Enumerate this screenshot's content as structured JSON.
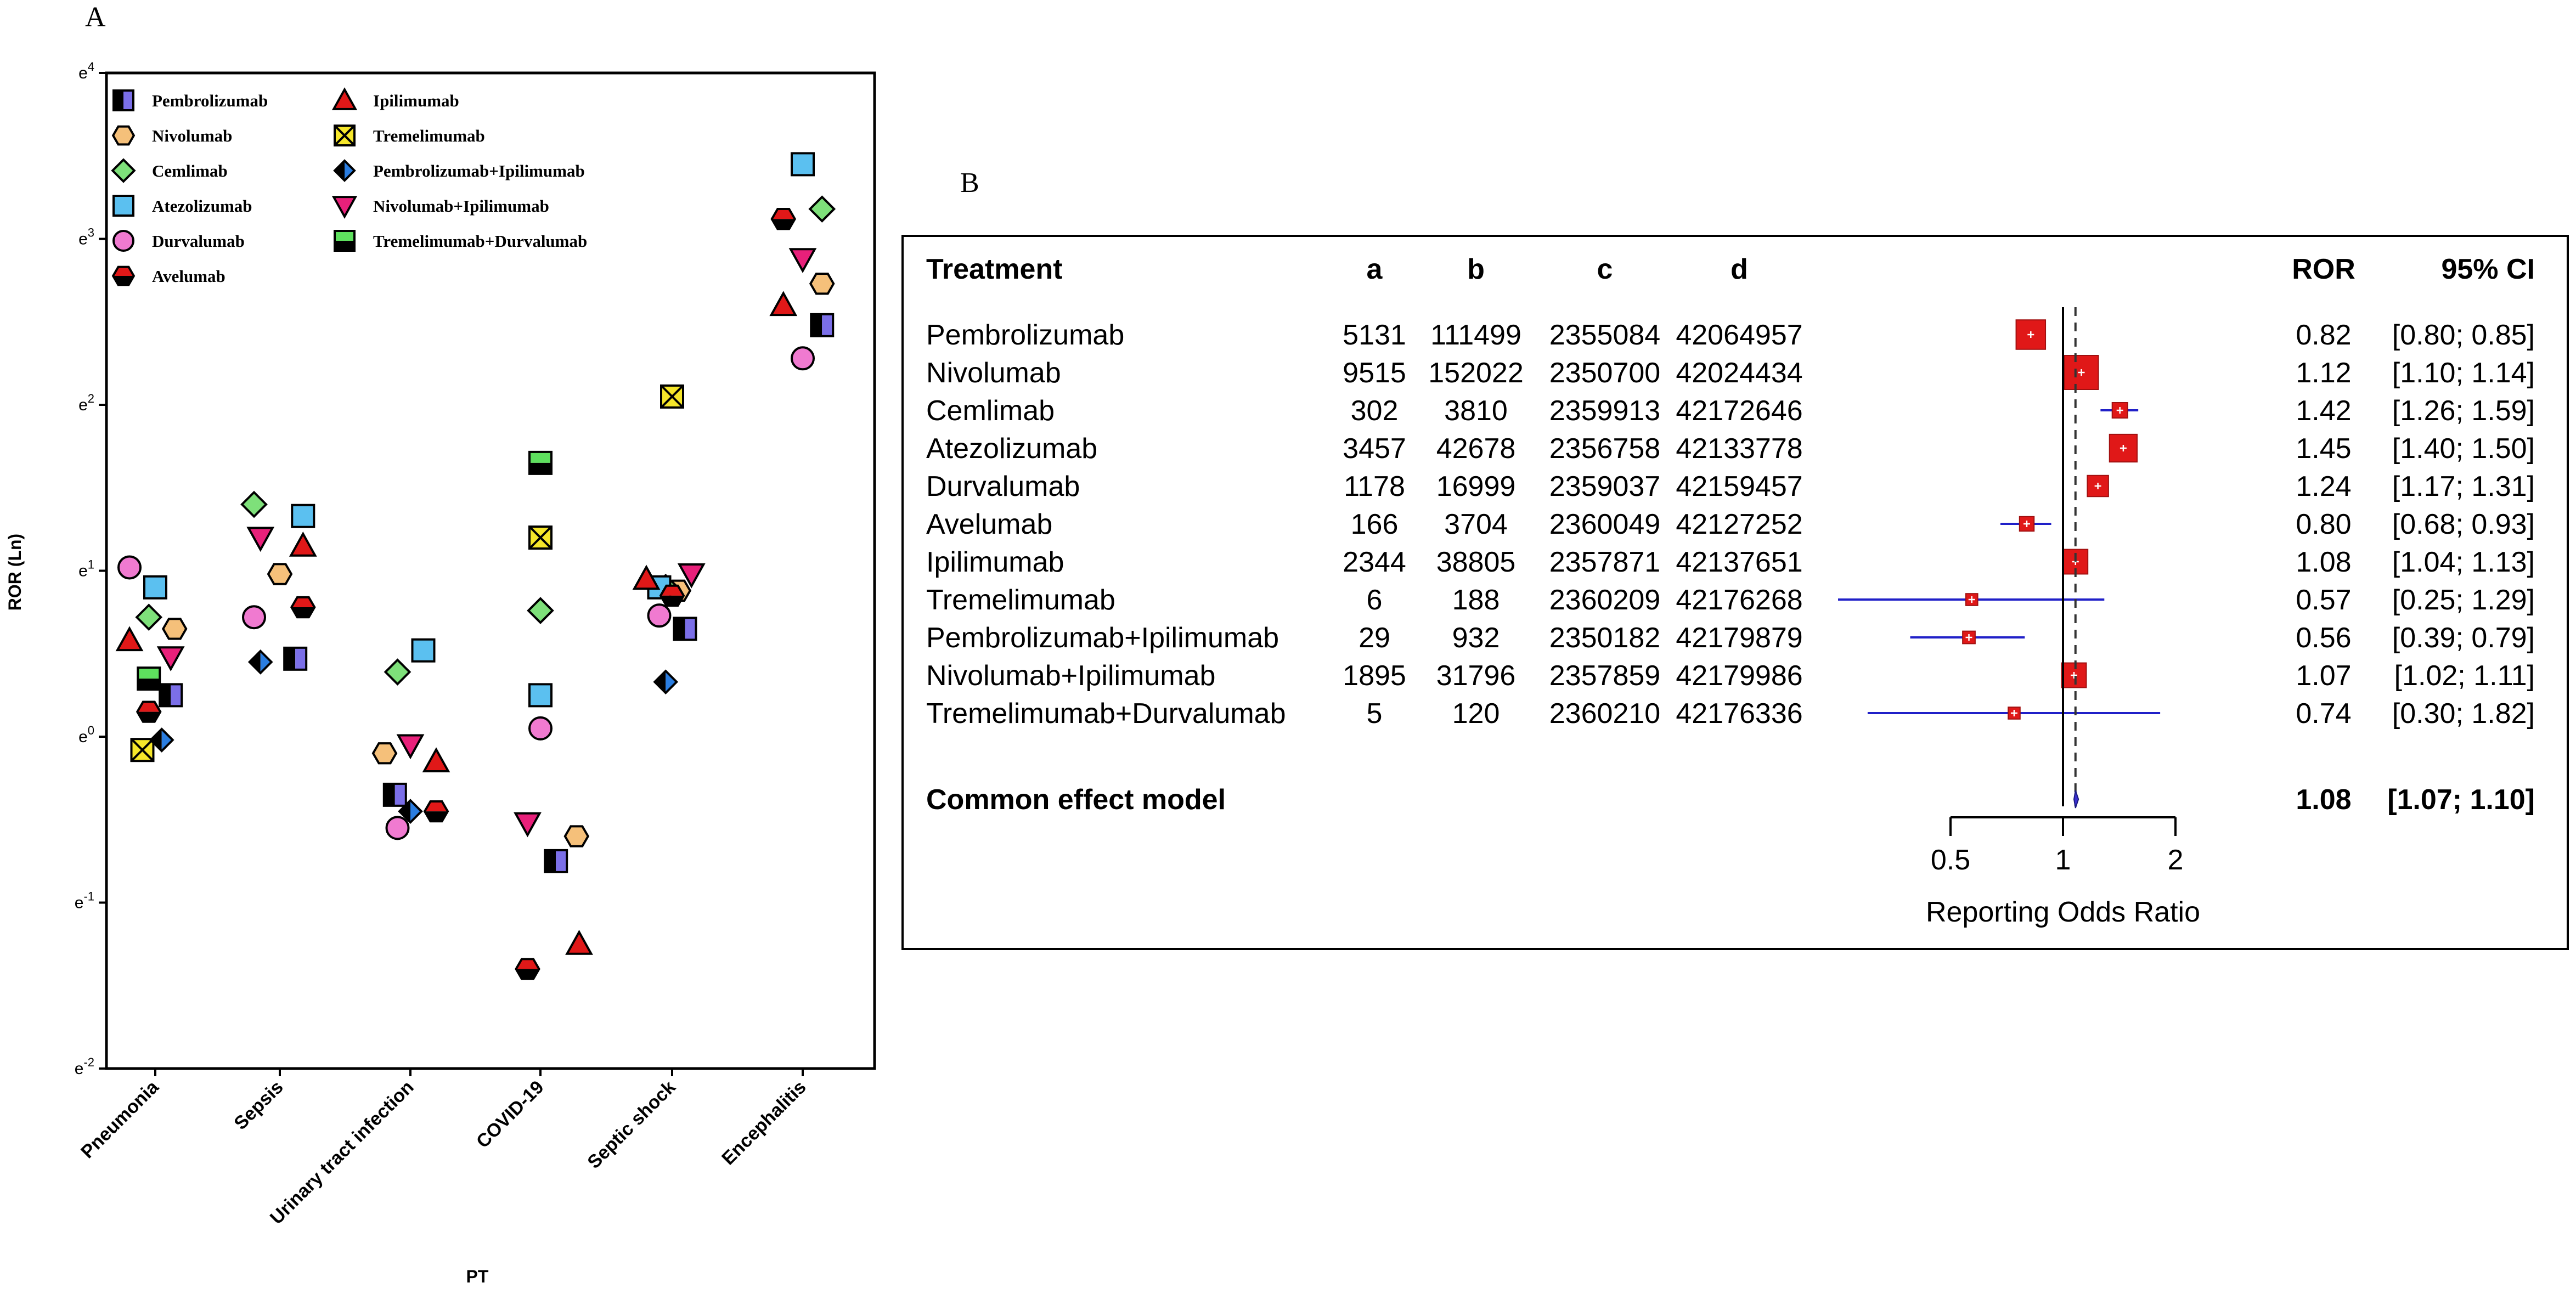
{
  "panel_labels": {
    "a": "A",
    "b": "B"
  },
  "chart_data": [
    {
      "type": "scatter",
      "xlabel": "PT",
      "ylabel": "ROR (Ln)",
      "ylim": [
        -2,
        4
      ],
      "log_scale": "natural log (base e)",
      "ytick_labels": [
        {
          "base": "e",
          "exp": "4",
          "value": 4
        },
        {
          "base": "e",
          "exp": "3",
          "value": 3
        },
        {
          "base": "e",
          "exp": "2",
          "value": 2
        },
        {
          "base": "e",
          "exp": "1",
          "value": 1
        },
        {
          "base": "e",
          "exp": "0",
          "value": 0
        },
        {
          "base": "e",
          "exp": "-1",
          "value": -1
        },
        {
          "base": "e",
          "exp": "-2",
          "value": -2
        }
      ],
      "categories": [
        "Pneumonia",
        "Sepsis",
        "Urinary tract infection",
        "COVID-19",
        "Septic shock",
        "Encephalitis"
      ],
      "series": [
        {
          "name": "Pembrolizumab",
          "marker": "half-square",
          "color": "#7b6fe8",
          "points": [
            {
              "cat": 0,
              "offset": 0.12,
              "y": 0.25
            },
            {
              "cat": 1,
              "offset": 0.12,
              "y": 0.47
            },
            {
              "cat": 2,
              "offset": -0.12,
              "y": -0.35
            },
            {
              "cat": 3,
              "offset": 0.12,
              "y": -0.75
            },
            {
              "cat": 4,
              "offset": 0.1,
              "y": 0.65
            },
            {
              "cat": 5,
              "offset": 0.15,
              "y": 2.48
            }
          ]
        },
        {
          "name": "Nivolumab",
          "marker": "hexagon",
          "color": "#f5c07a",
          "points": [
            {
              "cat": 0,
              "offset": 0.15,
              "y": 0.65
            },
            {
              "cat": 1,
              "offset": 0.0,
              "y": 0.98
            },
            {
              "cat": 2,
              "offset": -0.2,
              "y": -0.1
            },
            {
              "cat": 3,
              "offset": 0.28,
              "y": -0.6
            },
            {
              "cat": 4,
              "offset": 0.05,
              "y": 0.88
            },
            {
              "cat": 5,
              "offset": 0.15,
              "y": 2.73
            }
          ]
        },
        {
          "name": "Cemlimab",
          "marker": "diamond",
          "color": "#7ee07a",
          "points": [
            {
              "cat": 0,
              "offset": -0.05,
              "y": 0.72
            },
            {
              "cat": 1,
              "offset": -0.2,
              "y": 1.4
            },
            {
              "cat": 2,
              "offset": -0.1,
              "y": 0.39
            },
            {
              "cat": 3,
              "offset": 0.0,
              "y": 0.76
            },
            {
              "cat": 4,
              "offset": -0.05,
              "y": 0.9
            },
            {
              "cat": 5,
              "offset": 0.15,
              "y": 3.18
            }
          ]
        },
        {
          "name": "Atezolizumab",
          "marker": "square",
          "color": "#5bc0f0",
          "points": [
            {
              "cat": 0,
              "offset": 0.0,
              "y": 0.9
            },
            {
              "cat": 1,
              "offset": 0.18,
              "y": 1.33
            },
            {
              "cat": 2,
              "offset": 0.1,
              "y": 0.52
            },
            {
              "cat": 3,
              "offset": 0.0,
              "y": 0.25
            },
            {
              "cat": 4,
              "offset": -0.1,
              "y": 0.9
            },
            {
              "cat": 5,
              "offset": 0.0,
              "y": 3.45
            }
          ]
        },
        {
          "name": "Durvalumab",
          "marker": "circle",
          "color": "#f07ad0",
          "points": [
            {
              "cat": 0,
              "offset": -0.2,
              "y": 1.02
            },
            {
              "cat": 1,
              "offset": -0.2,
              "y": 0.72
            },
            {
              "cat": 2,
              "offset": -0.1,
              "y": -0.55
            },
            {
              "cat": 3,
              "offset": 0.0,
              "y": 0.05
            },
            {
              "cat": 4,
              "offset": -0.1,
              "y": 0.73
            },
            {
              "cat": 5,
              "offset": 0.0,
              "y": 2.28
            }
          ]
        },
        {
          "name": "Avelumab",
          "marker": "half-hexagon",
          "color": "#e01818",
          "points": [
            {
              "cat": 0,
              "offset": -0.05,
              "y": 0.15
            },
            {
              "cat": 1,
              "offset": 0.18,
              "y": 0.78
            },
            {
              "cat": 2,
              "offset": 0.2,
              "y": -0.45
            },
            {
              "cat": 3,
              "offset": -0.1,
              "y": -1.4
            },
            {
              "cat": 4,
              "offset": 0.0,
              "y": 0.85
            },
            {
              "cat": 5,
              "offset": -0.15,
              "y": 3.12
            }
          ]
        },
        {
          "name": "Ipilimumab",
          "marker": "triangle-up",
          "color": "#e01818",
          "points": [
            {
              "cat": 0,
              "offset": -0.2,
              "y": 0.58
            },
            {
              "cat": 1,
              "offset": 0.18,
              "y": 1.15
            },
            {
              "cat": 2,
              "offset": 0.2,
              "y": -0.15
            },
            {
              "cat": 3,
              "offset": 0.3,
              "y": -1.25
            },
            {
              "cat": 4,
              "offset": -0.2,
              "y": 0.95
            },
            {
              "cat": 5,
              "offset": -0.15,
              "y": 2.6
            }
          ]
        },
        {
          "name": "Tremelimumab",
          "marker": "square-x",
          "color": "#f5e62a",
          "points": [
            {
              "cat": 0,
              "offset": -0.1,
              "y": -0.08
            },
            {
              "cat": 3,
              "offset": 0.0,
              "y": 1.2
            },
            {
              "cat": 4,
              "offset": 0.0,
              "y": 2.05
            }
          ]
        },
        {
          "name": "Pembrolizumab+Ipilimumab",
          "marker": "half-diamond",
          "color": "#2a7de0",
          "points": [
            {
              "cat": 0,
              "offset": 0.05,
              "y": -0.02
            },
            {
              "cat": 1,
              "offset": -0.15,
              "y": 0.45
            },
            {
              "cat": 2,
              "offset": 0.0,
              "y": -0.45
            },
            {
              "cat": 4,
              "offset": -0.05,
              "y": 0.33
            }
          ]
        },
        {
          "name": "Nivolumab+Ipilimumab",
          "marker": "triangle-down",
          "color": "#e8207a",
          "points": [
            {
              "cat": 0,
              "offset": 0.12,
              "y": 0.48
            },
            {
              "cat": 1,
              "offset": -0.15,
              "y": 1.2
            },
            {
              "cat": 2,
              "offset": 0.0,
              "y": -0.05
            },
            {
              "cat": 3,
              "offset": -0.1,
              "y": -0.52
            },
            {
              "cat": 4,
              "offset": 0.15,
              "y": 0.98
            },
            {
              "cat": 5,
              "offset": 0.0,
              "y": 2.88
            }
          ]
        },
        {
          "name": "Tremelimumab+Durvalumab",
          "marker": "half-square-h",
          "color": "#5ee05e",
          "points": [
            {
              "cat": 0,
              "offset": -0.05,
              "y": 0.35
            },
            {
              "cat": 3,
              "offset": 0.0,
              "y": 1.65
            }
          ]
        }
      ]
    },
    {
      "type": "table",
      "subtype": "forest-plot",
      "headers": {
        "treatment": "Treatment",
        "a": "a",
        "b": "b",
        "c": "c",
        "d": "d",
        "ror": "ROR",
        "ci": "95% CI"
      },
      "rows": [
        {
          "treatment": "Pembrolizumab",
          "a": "5131",
          "b": "111499",
          "c": "2355084",
          "d": "42064957",
          "ror_text": "0.82",
          "ci_text": "[0.80; 0.85]",
          "ror": 0.82,
          "lo": 0.8,
          "hi": 0.85,
          "weight": 0.7
        },
        {
          "treatment": "Nivolumab",
          "a": "9515",
          "b": "152022",
          "c": "2350700",
          "d": "42024434",
          "ror_text": "1.12",
          "ci_text": "[1.10; 1.14]",
          "ror": 1.12,
          "lo": 1.1,
          "hi": 1.14,
          "weight": 1.0
        },
        {
          "treatment": "Cemlimab",
          "a": "302",
          "b": "3810",
          "c": "2359913",
          "d": "42172646",
          "ror_text": "1.42",
          "ci_text": "[1.26; 1.59]",
          "ror": 1.42,
          "lo": 1.26,
          "hi": 1.59,
          "weight": 0.12
        },
        {
          "treatment": "Atezolizumab",
          "a": "3457",
          "b": "42678",
          "c": "2356758",
          "d": "42133778",
          "ror_text": "1.45",
          "ci_text": "[1.40; 1.50]",
          "ror": 1.45,
          "lo": 1.4,
          "hi": 1.5,
          "weight": 0.6
        },
        {
          "treatment": "Durvalumab",
          "a": "1178",
          "b": "16999",
          "c": "2359037",
          "d": "42159457",
          "ror_text": "1.24",
          "ci_text": "[1.17; 1.31]",
          "ror": 1.24,
          "lo": 1.17,
          "hi": 1.31,
          "weight": 0.3
        },
        {
          "treatment": "Avelumab",
          "a": "166",
          "b": "3704",
          "c": "2360049",
          "d": "42127252",
          "ror_text": "0.80",
          "ci_text": "[0.68; 0.93]",
          "ror": 0.8,
          "lo": 0.68,
          "hi": 0.93,
          "weight": 0.1
        },
        {
          "treatment": "Ipilimumab",
          "a": "2344",
          "b": "38805",
          "c": "2357871",
          "d": "42137651",
          "ror_text": "1.08",
          "ci_text": "[1.04; 1.13]",
          "ror": 1.08,
          "lo": 1.04,
          "hi": 1.13,
          "weight": 0.45
        },
        {
          "treatment": "Tremelimumab",
          "a": "6",
          "b": "188",
          "c": "2360209",
          "d": "42176268",
          "ror_text": "0.57",
          "ci_text": "[0.25; 1.29]",
          "ror": 0.57,
          "lo": 0.25,
          "hi": 1.29,
          "weight": 0.05
        },
        {
          "treatment": "Pembrolizumab+Ipilimumab",
          "a": "29",
          "b": "932",
          "c": "2350182",
          "d": "42179879",
          "ror_text": "0.56",
          "ci_text": "[0.39; 0.79]",
          "ror": 0.56,
          "lo": 0.39,
          "hi": 0.79,
          "weight": 0.06
        },
        {
          "treatment": "Nivolumab+Ipilimumab",
          "a": "1895",
          "b": "31796",
          "c": "2357859",
          "d": "42179986",
          "ror_text": "1.07",
          "ci_text": "[1.02; 1.11]",
          "ror": 1.07,
          "lo": 1.02,
          "hi": 1.11,
          "weight": 0.45
        },
        {
          "treatment": "Tremelimumab+Durvalumab",
          "a": "5",
          "b": "120",
          "c": "2360210",
          "d": "42176336",
          "ror_text": "0.74",
          "ci_text": "[0.30; 1.82]",
          "ror": 0.74,
          "lo": 0.3,
          "hi": 1.82,
          "weight": 0.05
        }
      ],
      "summary": {
        "label": "Common effect model",
        "ror_text": "1.08",
        "ci_text": "[1.07; 1.10]",
        "ror": 1.08,
        "lo": 1.07,
        "hi": 1.1
      },
      "xaxis": {
        "ticks": [
          0.5,
          1,
          2
        ],
        "tick_labels": [
          "0.5",
          "1",
          "2"
        ],
        "label": "Reporting Odds Ratio",
        "log_scale": true,
        "null_value": 1
      }
    }
  ]
}
